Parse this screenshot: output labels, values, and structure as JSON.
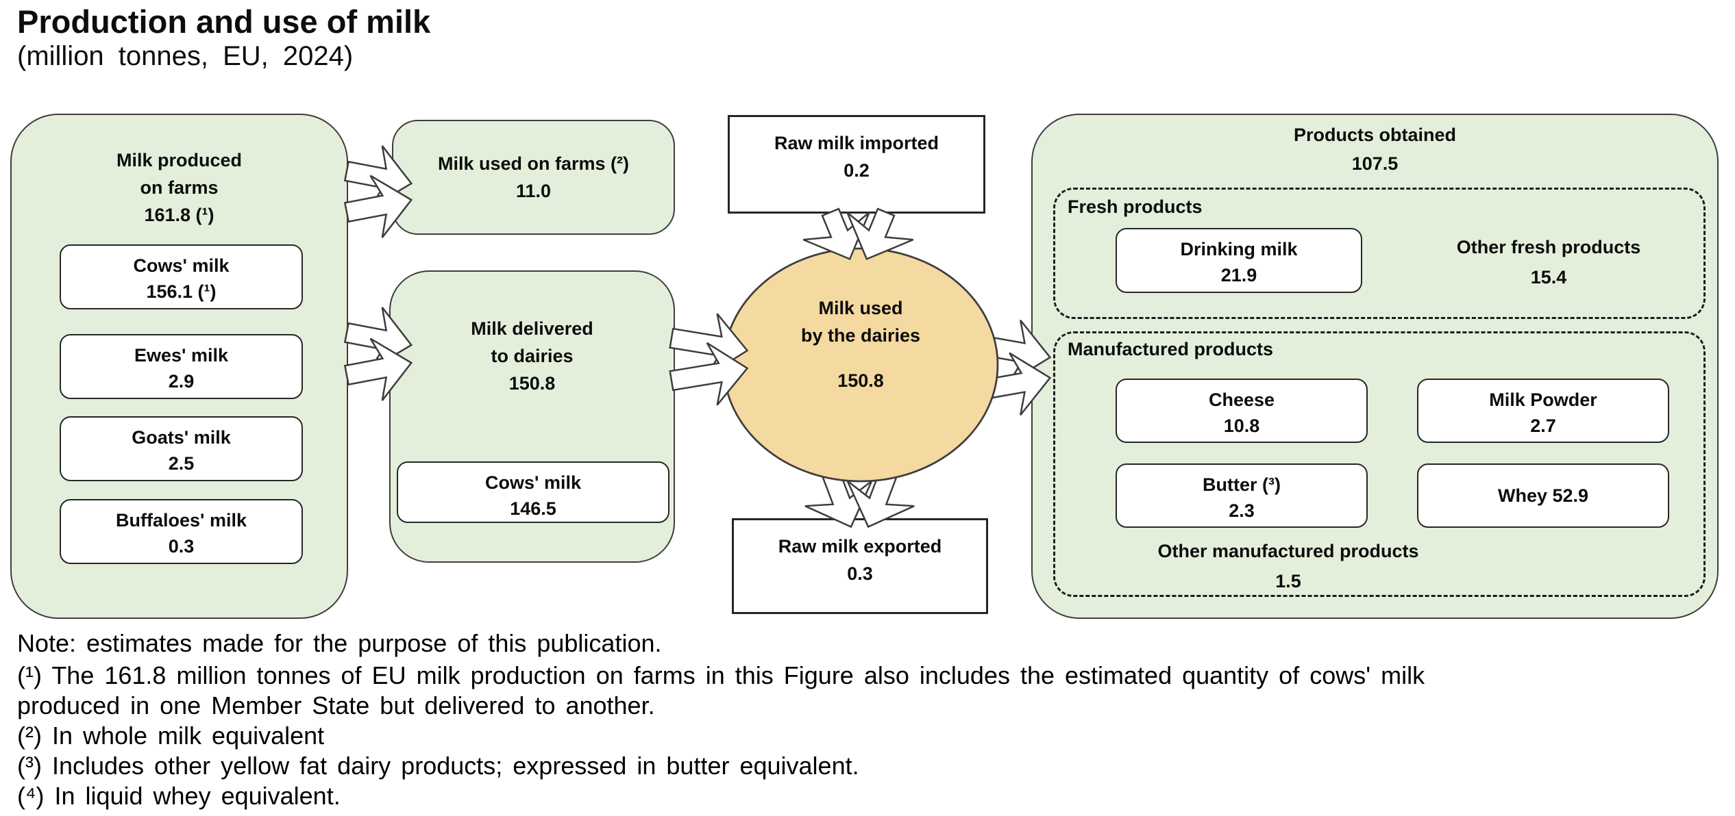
{
  "title": "Production and use of milk",
  "subtitle": "(million tonnes, EU, 2024)",
  "colors": {
    "box_green": "#e3efdb",
    "circle_tan": "#f4d9a0",
    "outline": "#3d3d3d",
    "card_white": "#ffffff"
  },
  "farm": {
    "header": {
      "line1": "Milk produced",
      "line2": "on farms",
      "value": "161.8 (¹)"
    },
    "items": [
      {
        "label": "Cows' milk",
        "value": "156.1 (¹)"
      },
      {
        "label": "Ewes' milk",
        "value": "2.9"
      },
      {
        "label": "Goats' milk",
        "value": "2.5"
      },
      {
        "label": "Buffaloes' milk",
        "value": "0.3"
      }
    ]
  },
  "used_on_farms": {
    "label": "Milk used on farms (²)",
    "value": "11.0"
  },
  "delivered": {
    "header": {
      "line1": "Milk delivered",
      "line2": "to dairies",
      "value": "150.8"
    },
    "item": {
      "label": "Cows' milk",
      "value": "146.5"
    }
  },
  "imported": {
    "label": "Raw milk imported",
    "value": "0.2"
  },
  "exported": {
    "label": "Raw milk exported",
    "value": "0.3"
  },
  "dairies": {
    "line1": "Milk used",
    "line2": "by the dairies",
    "value": "150.8"
  },
  "products": {
    "header": {
      "label": "Products obtained",
      "value": "107.5"
    },
    "fresh": {
      "label": "Fresh products",
      "drinking_milk": {
        "label": "Drinking milk",
        "value": "21.9"
      },
      "other": {
        "label": "Other fresh products",
        "value": "15.4"
      }
    },
    "manufactured": {
      "label": "Manufactured products",
      "cheese": {
        "label": "Cheese",
        "value": "10.8"
      },
      "milk_powder": {
        "label": "Milk Powder",
        "value": "2.7"
      },
      "butter": {
        "label": "Butter (³)",
        "value": "2.3"
      },
      "whey": {
        "label": "Whey 52.9"
      },
      "other": {
        "label": "Other manufactured products",
        "value": "1.5"
      }
    }
  },
  "notes": {
    "lines": [
      "Note: estimates made for the purpose of this publication.",
      "(¹) The 161.8 million tonnes of EU milk production on farms in this Figure also includes the estimated quantity of cows' milk",
      "produced in one Member State but delivered to another.",
      "(²) In whole milk equivalent",
      "(³) Includes other yellow fat dairy products; expressed in butter equivalent.",
      "(⁴) In liquid whey equivalent."
    ]
  }
}
